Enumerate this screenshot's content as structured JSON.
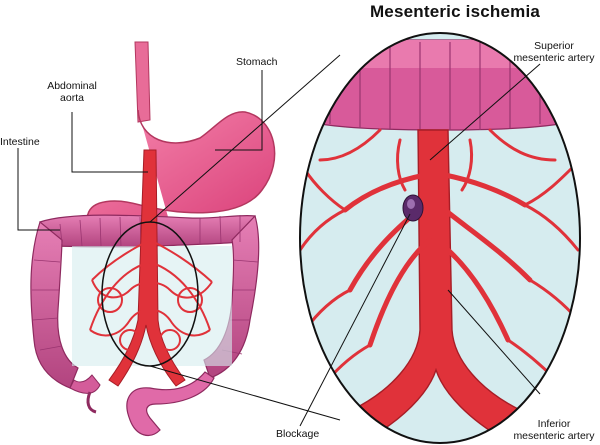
{
  "title": "Mesenteric ischemia",
  "labels": {
    "stomach": "Stomach",
    "aorta_line1": "Abdominal",
    "aorta_line2": "aorta",
    "intestine": "Intestine",
    "sma_line1": "Superior",
    "sma_line2": "mesenteric artery",
    "blockage": "Blockage",
    "ima_line1": "Inferior",
    "ima_line2": "mesenteric artery"
  },
  "colors": {
    "artery": "#e0323a",
    "artery_dark": "#b81c26",
    "intestine": "#d85a9a",
    "intestine_dark": "#9a2a66",
    "stomach": "#ef5b8e",
    "background_fluid": "#d6ecef",
    "outline": "#111111"
  }
}
